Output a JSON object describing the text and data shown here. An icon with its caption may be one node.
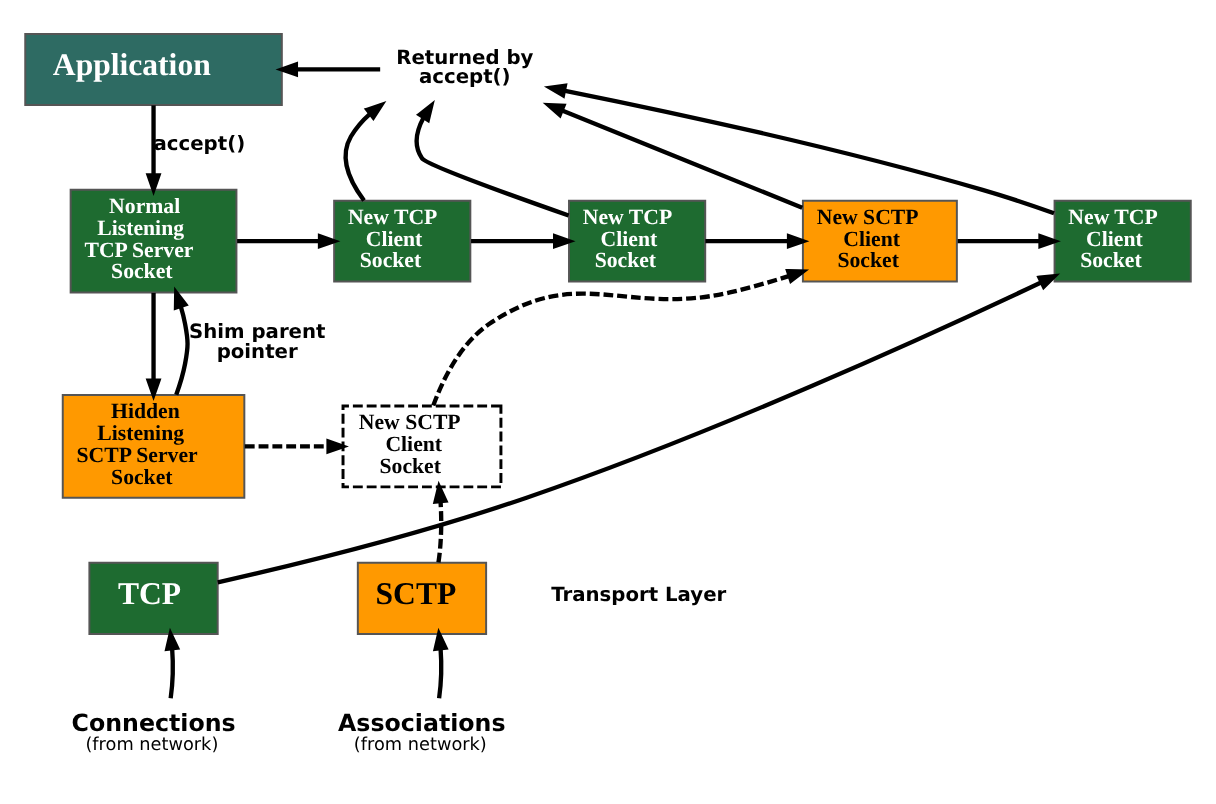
{
  "diagram": {
    "nodes": [
      {
        "text": [
          "Application"
        ]
      },
      {
        "text": [
          "Returned by accept()"
        ]
      },
      {
        "text": [
          "Normal Listening TCP Server Socket"
        ]
      },
      {
        "text": [
          "New TCP Client Socket"
        ]
      },
      {
        "text": [
          "New TCP Client Socket"
        ]
      },
      {
        "text": [
          "New SCTP Client Socket"
        ]
      },
      {
        "text": [
          "New TCP Client Socket"
        ]
      },
      {
        "text": [
          "Hidden Listening SCTP Server Socket"
        ]
      },
      {
        "text": [
          "New SCTP Client Socket"
        ]
      },
      {
        "text": [
          "TCP"
        ]
      },
      {
        "text": [
          "SCTP"
        ]
      },
      {
        "text": [
          "Connections",
          "(from network)"
        ]
      },
      {
        "text": [
          "Associations",
          "(from network)"
        ]
      }
    ],
    "edges": [
      {
        "from": 1,
        "to": 0,
        "arrow": "to"
      },
      {
        "from": 0,
        "to": 2,
        "arrow": "to",
        "label": "accept()"
      },
      {
        "from": 3,
        "to": 1,
        "arrow": "to"
      },
      {
        "from": 4,
        "to": 1,
        "arrow": "to"
      },
      {
        "from": 5,
        "to": 1,
        "arrow": "to"
      },
      {
        "from": 6,
        "to": 1,
        "arrow": "to"
      },
      {
        "from": 2,
        "to": 3,
        "arrow": "to"
      },
      {
        "from": 3,
        "to": 4,
        "arrow": "to"
      },
      {
        "from": 4,
        "to": 5,
        "arrow": "to"
      },
      {
        "from": 5,
        "to": 6,
        "arrow": "to"
      },
      {
        "from": 2,
        "to": 7,
        "arrow": "to"
      },
      {
        "from": 7,
        "to": 2,
        "arrow": "to",
        "label": "Shim parent pointer"
      },
      {
        "from": 7,
        "to": 8,
        "arrow": "to",
        "style": "dashed"
      },
      {
        "from": 8,
        "to": 5,
        "arrow": "to",
        "style": "dashed"
      },
      {
        "from": 9,
        "to": 6,
        "arrow": "to"
      },
      {
        "from": 10,
        "to": 8,
        "arrow": "to",
        "style": "dashed"
      },
      {
        "from": 11,
        "to": 9,
        "arrow": "to"
      },
      {
        "from": 12,
        "to": 10,
        "arrow": "to"
      }
    ],
    "labels": [
      "Transport Layer"
    ]
  }
}
